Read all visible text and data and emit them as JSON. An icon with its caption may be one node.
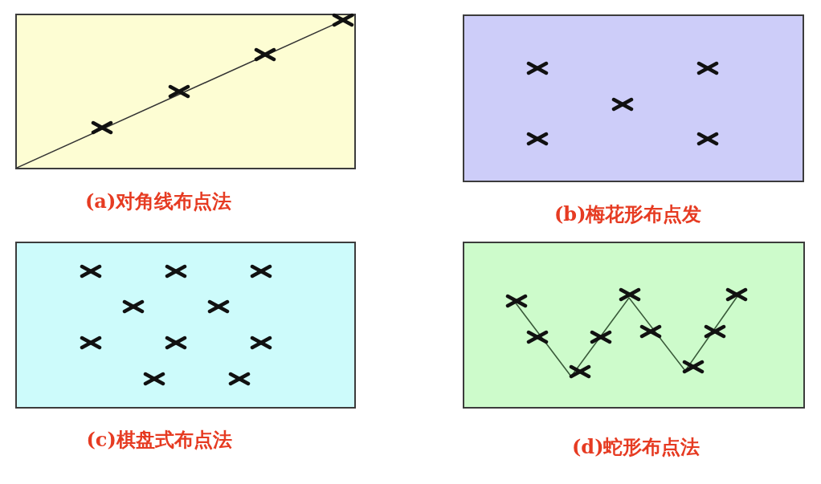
{
  "diagram": {
    "nodes": [
      {
        "text": [
          "(a)对角线布点法"
        ]
      },
      {
        "text": [
          "(b)梅花形布点发"
        ]
      },
      {
        "text": [
          "(c)棋盘式布点法"
        ]
      },
      {
        "text": [
          "(d)蛇形布点法"
        ]
      }
    ]
  }
}
